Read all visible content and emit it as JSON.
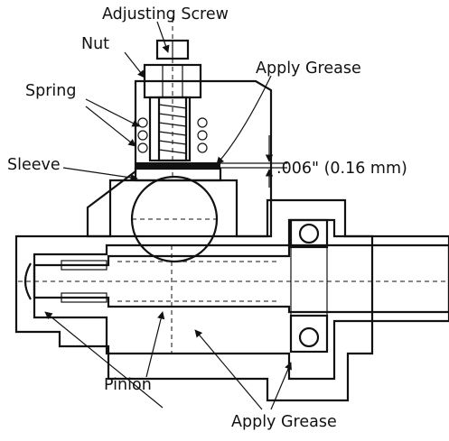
{
  "diagram": {
    "labels": {
      "adjusting_screw": "Adjusting Screw",
      "nut": "Nut",
      "spring": "Spring",
      "apply_grease_top": "Apply Grease",
      "clearance": ".006\" (0.16 mm)",
      "sleeve": "Sleeve",
      "pinion": "Pinion",
      "apply_grease_bottom": "Apply Grease"
    },
    "colors": {
      "ink": "#111111",
      "background": "#ffffff"
    }
  }
}
